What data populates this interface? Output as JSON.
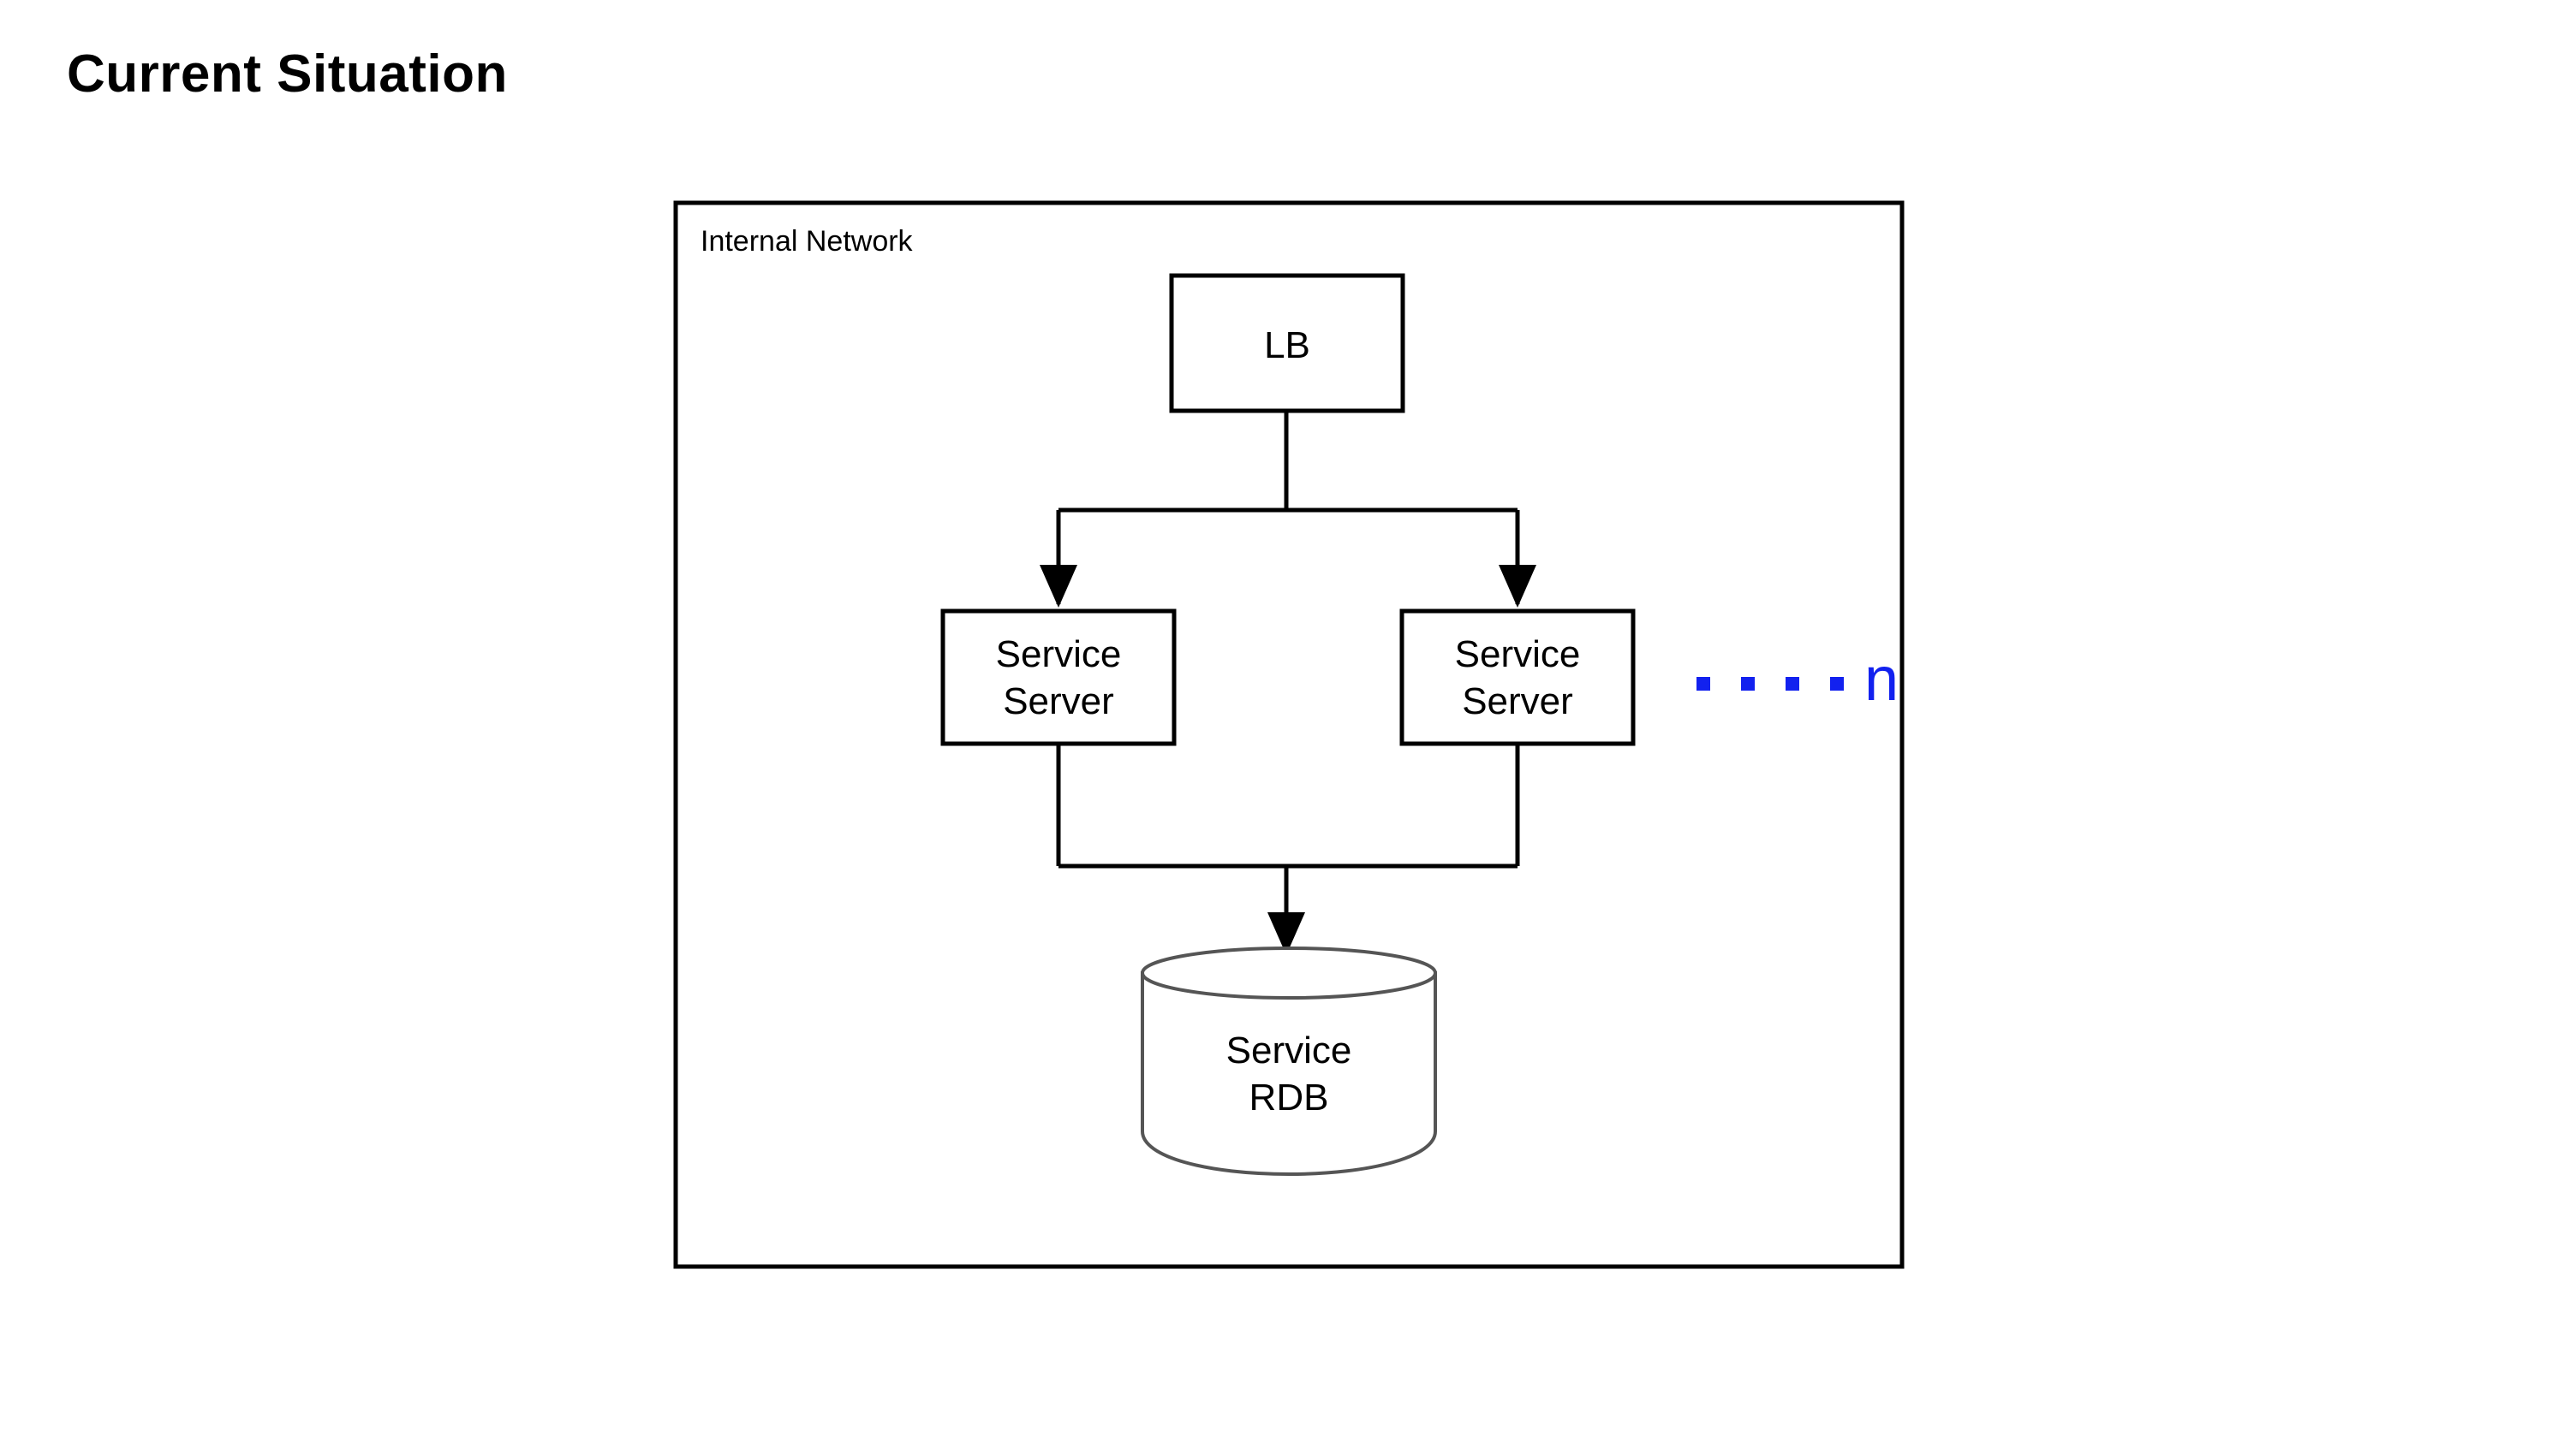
{
  "slide": {
    "title": "Current Situation",
    "background_color": "#ffffff",
    "text_color": "#000000"
  },
  "diagram": {
    "type": "architecture-block-diagram",
    "container": {
      "label": "Internal Network",
      "border_color": "#000000",
      "fill": "#ffffff"
    },
    "nodes": [
      {
        "id": "lb",
        "shape": "rectangle",
        "label": "LB",
        "lines": [
          "LB"
        ],
        "border_color": "#000000",
        "fill": "#ffffff"
      },
      {
        "id": "service-server-1",
        "shape": "rectangle",
        "label": "Service Server",
        "lines": [
          "Service",
          "Server"
        ],
        "border_color": "#000000",
        "fill": "#ffffff"
      },
      {
        "id": "service-server-2",
        "shape": "rectangle",
        "label": "Service Server",
        "lines": [
          "Service",
          "Server"
        ],
        "border_color": "#000000",
        "fill": "#ffffff"
      },
      {
        "id": "service-rdb",
        "shape": "cylinder",
        "label": "Service RDB",
        "lines": [
          "Service",
          "RDB"
        ],
        "border_color": "#555555",
        "fill": "#ffffff"
      }
    ],
    "annotation": {
      "id": "scale-out-n",
      "dots": "....",
      "label": "n",
      "color": "#1221ef"
    },
    "edges": [
      {
        "from": "lb",
        "to": "service-server-1",
        "arrow": true
      },
      {
        "from": "lb",
        "to": "service-server-2",
        "arrow": true
      },
      {
        "from": "service-server-1",
        "to": "service-rdb",
        "arrow": true
      },
      {
        "from": "service-server-2",
        "to": "service-rdb",
        "arrow": true
      }
    ]
  }
}
